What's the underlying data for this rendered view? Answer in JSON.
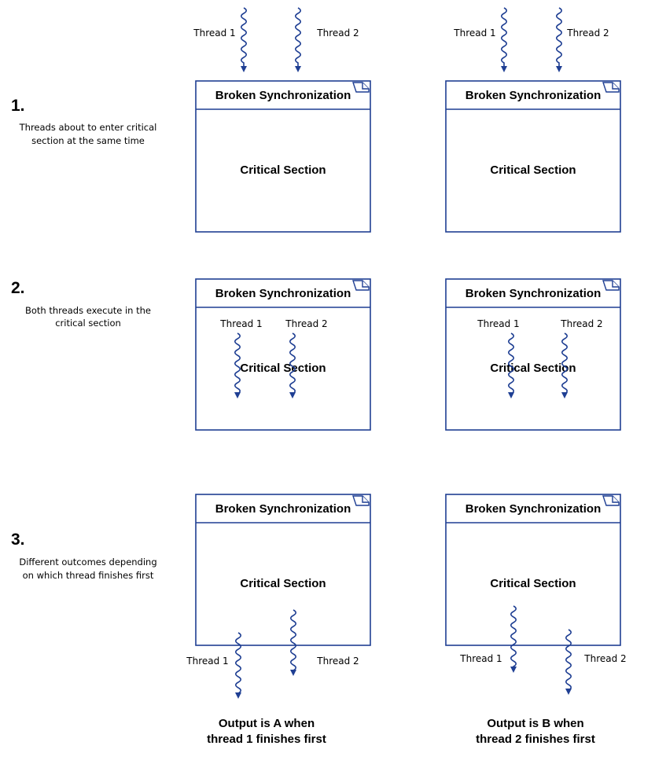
{
  "colors": {
    "accent": "#1f3f93",
    "text": "#000000",
    "background": "#ffffff"
  },
  "box_title": "Broken Synchronization",
  "box_body": "Critical Section",
  "thread_1": "Thread 1",
  "thread_2": "Thread 2",
  "steps": [
    {
      "number": "1.",
      "desc_lines": [
        "Threads about to enter critical",
        "section at the same time"
      ]
    },
    {
      "number": "2.",
      "desc_lines": [
        "Both threads execute in the",
        "critical section"
      ]
    },
    {
      "number": "3.",
      "desc_lines": [
        "Different outcomes depending",
        "on which thread finishes first"
      ]
    }
  ],
  "outputs": [
    {
      "lines": [
        "Output is A when",
        "thread 1 finishes first"
      ]
    },
    {
      "lines": [
        "Output is B when",
        "thread 2 finishes first"
      ]
    }
  ]
}
